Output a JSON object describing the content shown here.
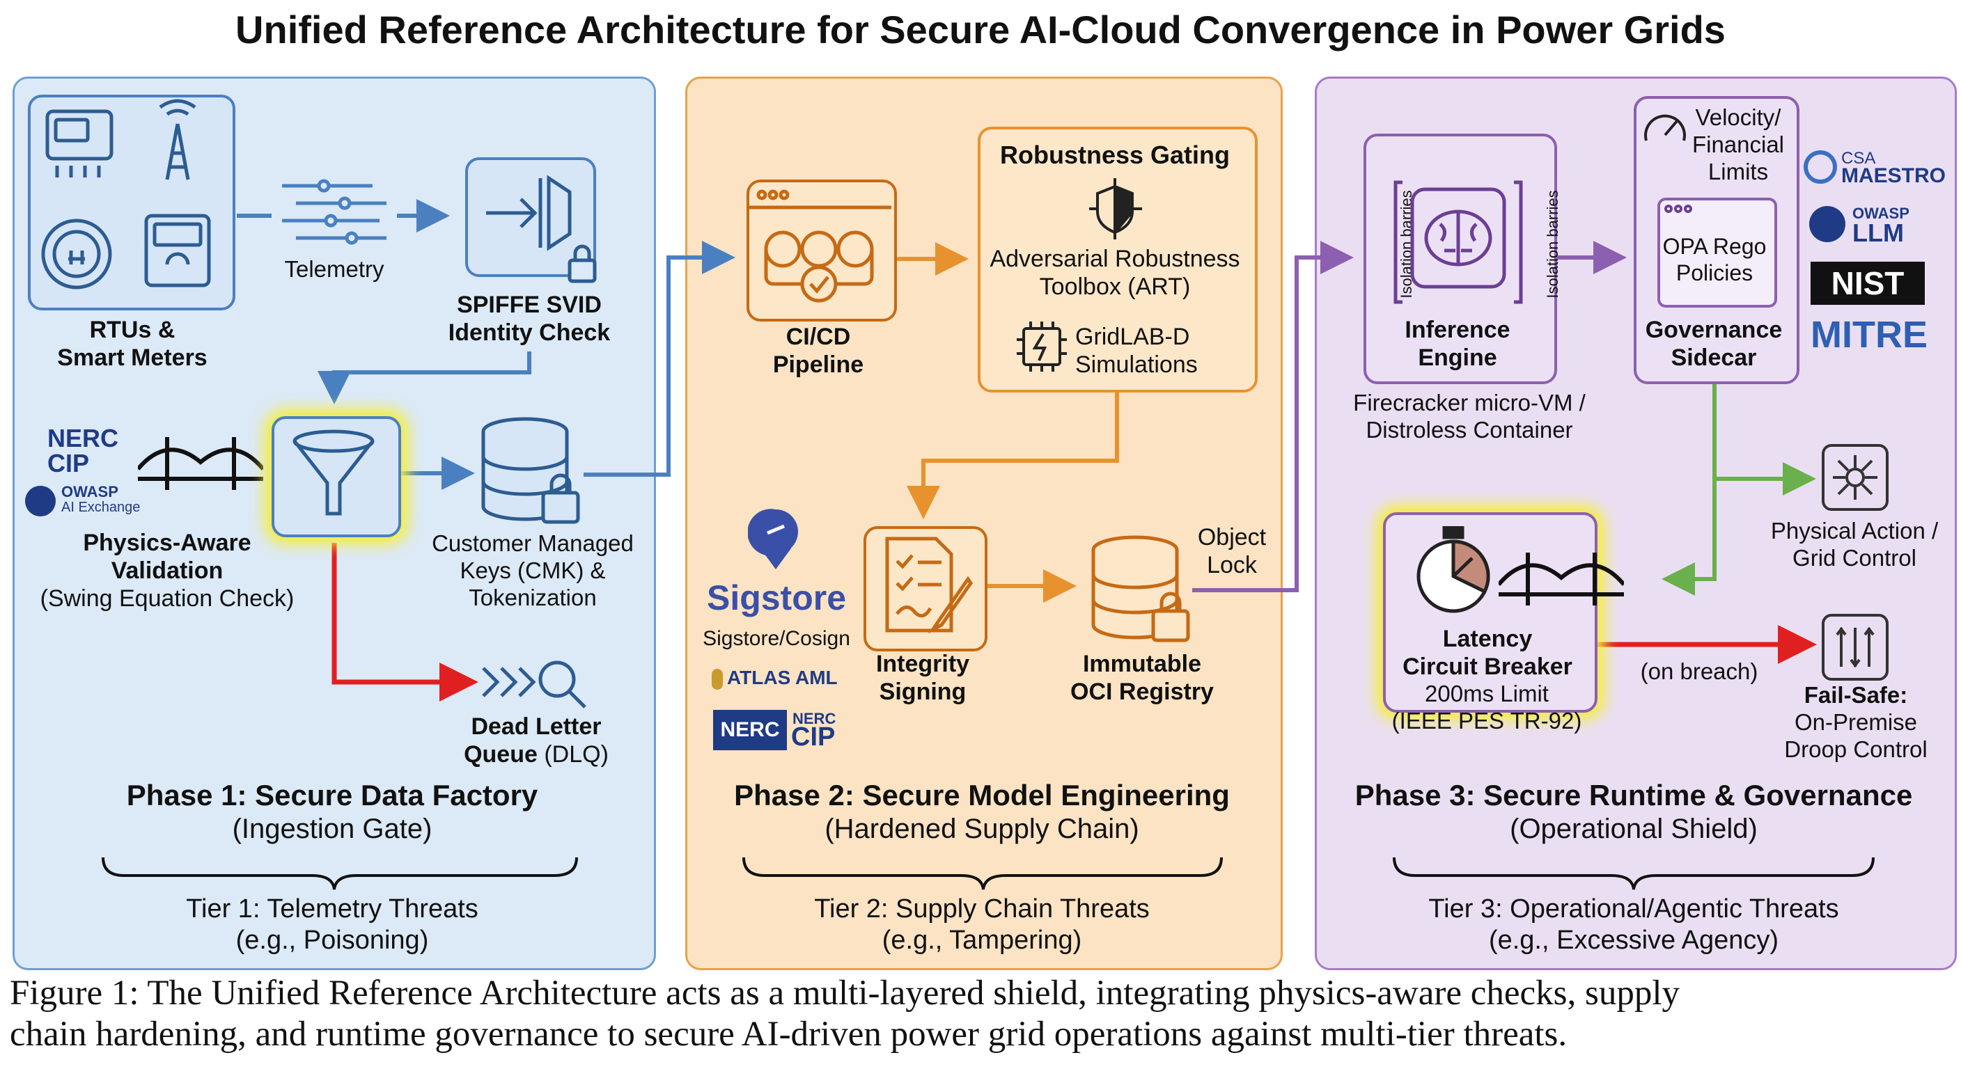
{
  "title": "Unified Reference Architecture for Secure AI-Cloud Convergence in Power Grids",
  "caption_line1": "Figure 1: The Unified Reference Architecture acts as a multi-layered shield, integrating physics-aware checks, supply",
  "caption_line2": "chain hardening, and runtime governance to secure AI-driven power grid operations against multi-tier threats.",
  "colors": {
    "blue": "#4a80c0",
    "orange": "#e8922e",
    "purple": "#8d5fb0",
    "green": "#6ab04c",
    "red": "#e02020",
    "glow": "#f5ee3a"
  },
  "phase1": {
    "rtus_line1": "RTUs &",
    "rtus_line2": "Smart Meters",
    "telemetry": "Telemetry",
    "spiffe_line1": "SPIFFE SVID",
    "spiffe_line2": "Identity Check",
    "nerc_line1": "NERC",
    "nerc_line2": "CIP",
    "owasp": "OWASP",
    "owasp_sub": "AI Exchange",
    "validation_line1": "Physics-Aware",
    "validation_line2": "Validation",
    "validation_line3": "(Swing Equation Check)",
    "cmk_line1": "Customer Managed",
    "cmk_line2": "Keys (CMK) &",
    "cmk_line3": "Tokenization",
    "dlq_line1": "Dead Letter",
    "dlq_line2a": "Queue",
    "dlq_line2b": " (DLQ)",
    "heading": "Phase 1: Secure Data Factory",
    "subheading": "(Ingestion Gate)",
    "tier_line1": "Tier 1: Telemetry Threats",
    "tier_line2": "(e.g., Poisoning)"
  },
  "phase2": {
    "cicd_line1": "CI/CD",
    "cicd_line2": "Pipeline",
    "gating_title": "Robustness Gating",
    "art_line1": "Adversarial Robustness",
    "art_line2": "Toolbox (ART)",
    "gridlab_line1": "GridLAB-D",
    "gridlab_line2": "Simulations",
    "sigstore": "Sigstore",
    "sigstore_sub": "Sigstore/Cosign",
    "atlas": "ATLAS AML",
    "nerc_left": "NERC",
    "nerc_right_top": "NERC",
    "nerc_right_bottom": "CIP",
    "signing_line1": "Integrity",
    "signing_line2": "Signing",
    "registry_line1": "Immutable",
    "registry_line2": "OCI Registry",
    "objlock_line1": "Object",
    "objlock_line2": "Lock",
    "heading": "Phase 2: Secure Model Engineering",
    "subheading": "(Hardened Supply Chain)",
    "tier_line1": "Tier 2: Supply Chain Threats",
    "tier_line2": "(e.g., Tampering)"
  },
  "phase3": {
    "isolation_left": "Isolation barries",
    "isolation_right": "Isolation barries",
    "inference_line1": "Inference",
    "inference_line2": "Engine",
    "firecracker_line1": "Firecracker micro-VM /",
    "firecracker_line2": "Distroless Container",
    "velocity_line1": "Velocity/",
    "velocity_line2": "Financial",
    "velocity_line3": "Limits",
    "opa_line1": "OPA Rego",
    "opa_line2": "Policies",
    "gov_line1": "Governance",
    "gov_line2": "Sidecar",
    "csa": "CSA",
    "maestro": "MAESTRO",
    "owasp": "OWASP",
    "llm": "LLM",
    "nist": "NIST",
    "mitre": "MITRE",
    "physical_line1": "Physical Action /",
    "physical_line2": "Grid Control",
    "latency_line1": "Latency",
    "latency_line2": "Circuit Breaker",
    "latency_line3": "200ms Limit",
    "latency_line4": "(IEEE PES TR-92)",
    "breach": "(on breach)",
    "failsafe_line1": "Fail-Safe:",
    "failsafe_line2": "On-Premise",
    "failsafe_line3": "Droop Control",
    "heading": "Phase 3: Secure Runtime & Governance",
    "subheading": "(Operational Shield)",
    "tier_line1": "Tier 3: Operational/Agentic Threats",
    "tier_line2": "(e.g., Excessive Agency)"
  }
}
